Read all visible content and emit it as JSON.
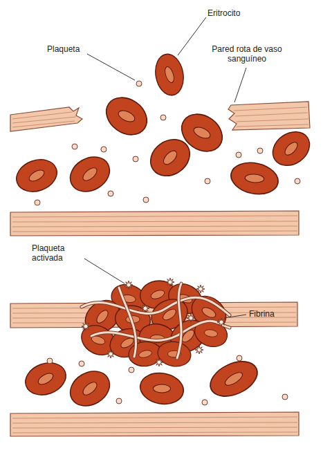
{
  "diagram": {
    "labels": [
      "Eritrocito",
      "Plaqueta",
      "Pared rota de vaso sanguíneo",
      "Plaqueta activada",
      "Fibrina"
    ]
  }
}
